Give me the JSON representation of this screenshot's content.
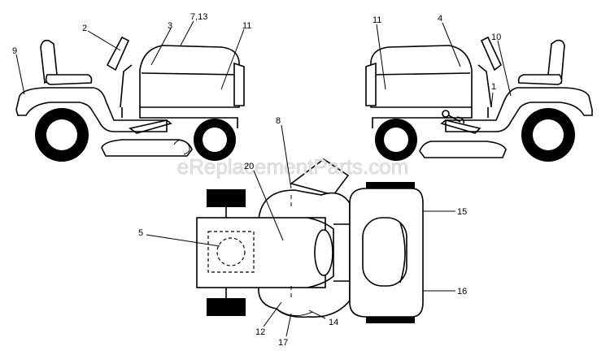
{
  "watermark": "eReplacementParts.com",
  "callouts": {
    "c2": "2",
    "c3": "3",
    "c7_13": "7,13",
    "c11_left": "11",
    "c9": "9",
    "c11_right": "11",
    "c4": "4",
    "c10": "10",
    "c1": "1",
    "c8": "8",
    "c20": "20",
    "c5": "5",
    "c15": "15",
    "c16": "16",
    "c12": "12",
    "c17": "17",
    "c14": "14"
  }
}
